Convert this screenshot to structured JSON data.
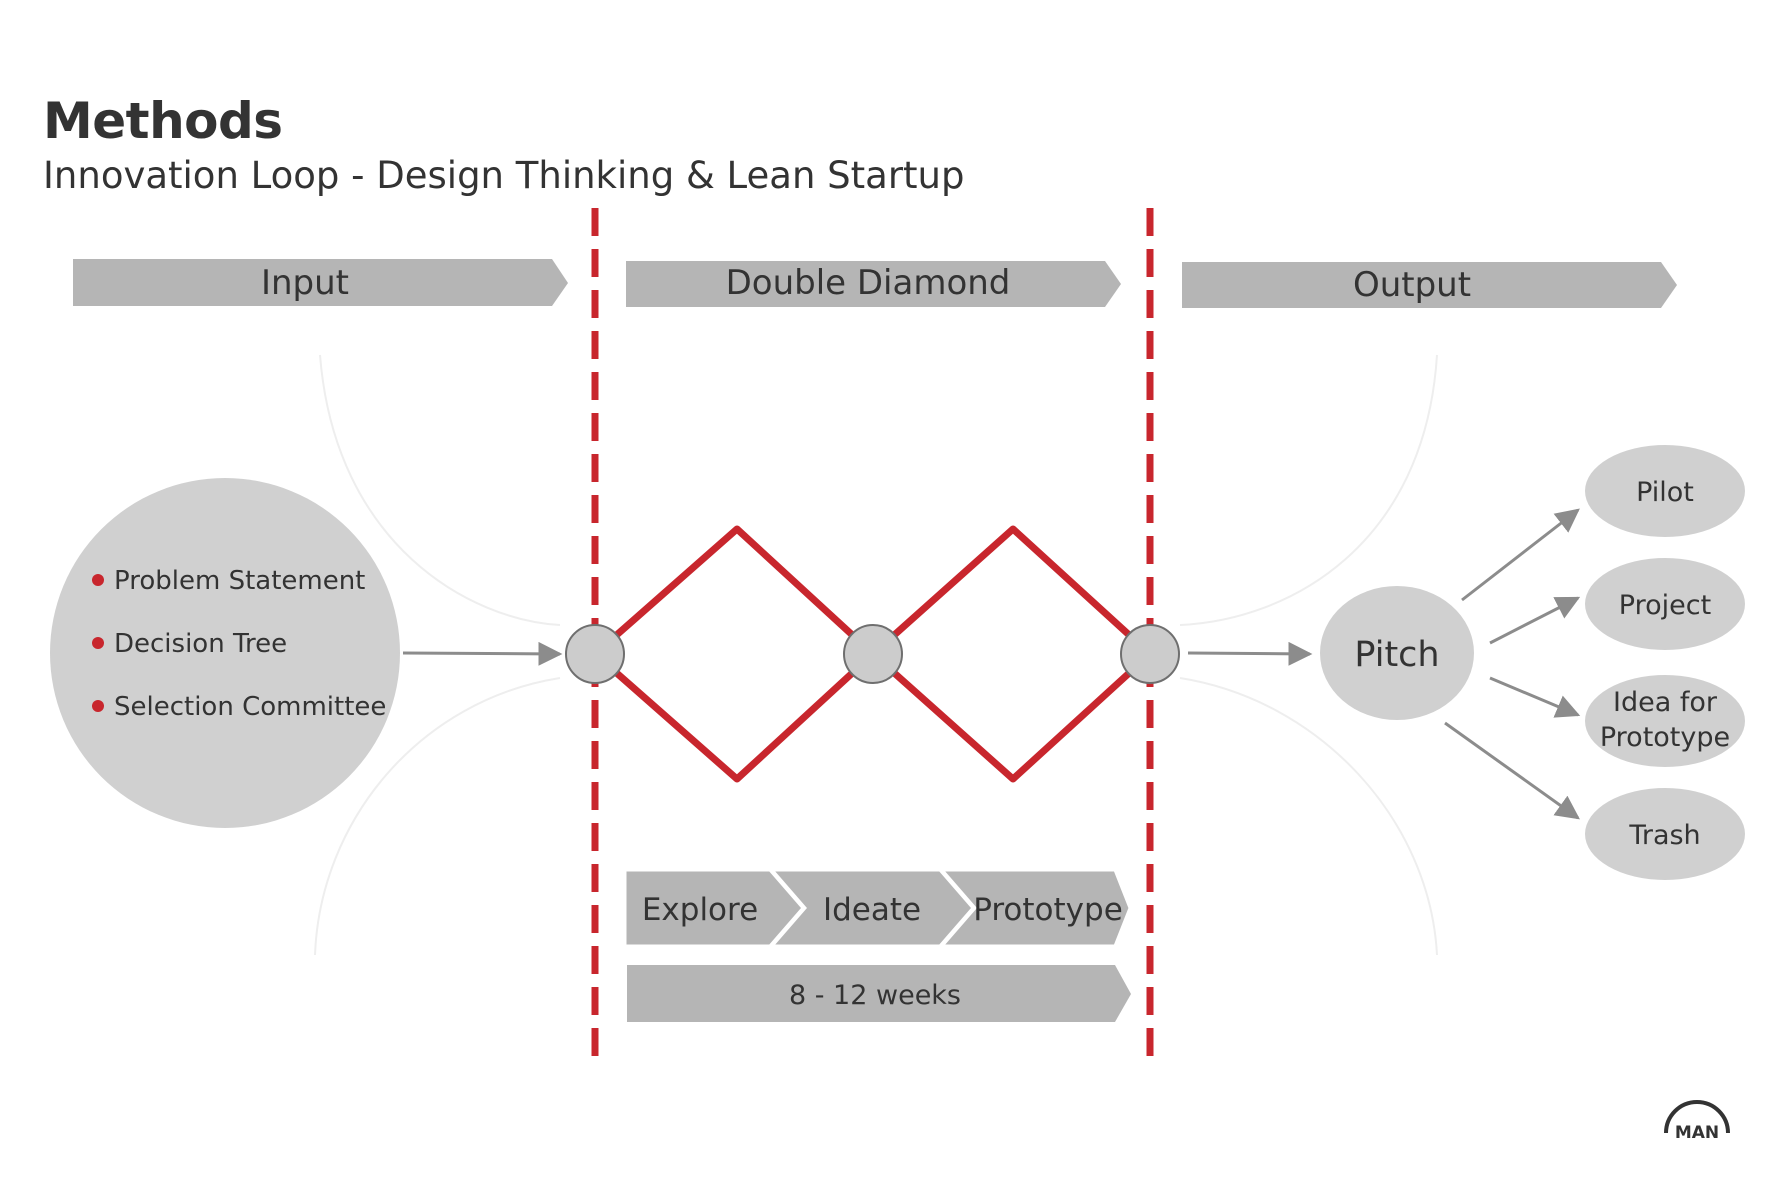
{
  "header": {
    "title": "Methods",
    "subtitle": "Innovation Loop - Design Thinking & Lean Startup"
  },
  "phases": {
    "input": "Input",
    "double_diamond": "Double Diamond",
    "output": "Output"
  },
  "input_items": [
    "Problem Statement",
    "Decision Tree",
    "Selection Committee"
  ],
  "steps": [
    "Explore",
    "Ideate",
    "Prototype"
  ],
  "duration": "8 - 12 weeks",
  "pitch": "Pitch",
  "outcomes": {
    "pilot": "Pilot",
    "project": "Project",
    "idea_line1": "Idea for",
    "idea_line2": "Prototype",
    "trash": "Trash"
  },
  "logo_text": "MAN",
  "colors": {
    "accent_red": "#c8262d",
    "shape_gray": "#b5b5b5",
    "circle_gray": "#d0d0d0",
    "text_dark": "#333333"
  }
}
